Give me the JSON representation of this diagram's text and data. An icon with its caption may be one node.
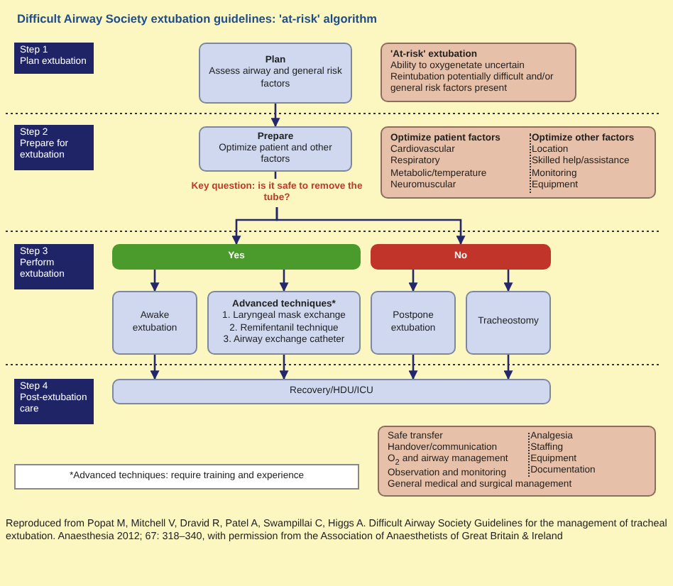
{
  "diagram": {
    "title": "Difficult Airway Society extubation guidelines: 'at-risk' algorithm",
    "caption": "Reproduced from Popat M, Mitchell V, Dravid R, Patel A, Swampillai C, Higgs A. Difficult Airway Society Guidelines for the management of tracheal extubation. Anaesthesia 2012; 67: 318–340, with permission from the Association of Anaesthetists of Great Britain & Ireland",
    "nodes": [
      {
        "text": [
          "Step 1",
          "Plan extubation"
        ]
      },
      {
        "text": [
          "Plan",
          "Assess airway and general risk factors"
        ]
      },
      {
        "text": [
          "'At-risk' extubation",
          "Ability to oxygenetate uncertain",
          "Reintubation potentially difficult and/or general risk factors present"
        ]
      },
      {
        "text": [
          "Step 2",
          "Prepare for extubation"
        ]
      },
      {
        "text": [
          "Prepare",
          "Optimize patient and other factors"
        ]
      },
      {
        "text": [
          "Optimize patient factors",
          "Cardiovascular",
          "Respiratory",
          "Metabolic/temperature",
          "Neuromuscular",
          "Optimize other factors",
          "Location",
          "Skilled help/assistance",
          "Monitoring",
          "Equipment"
        ]
      },
      {
        "text": [
          "Key question: is it safe to remove the tube?"
        ]
      },
      {
        "text": [
          "Step 3",
          "Perform extubation"
        ]
      },
      {
        "text": [
          "Yes"
        ]
      },
      {
        "text": [
          "No"
        ]
      },
      {
        "text": [
          "Awake extubation"
        ]
      },
      {
        "text": [
          "Advanced techniques*",
          "1. Laryngeal mask exchange",
          "2. Remifentanil technique",
          "3. Airway exchange catheter"
        ]
      },
      {
        "text": [
          "Postpone extubation"
        ]
      },
      {
        "text": [
          "Tracheostomy"
        ]
      },
      {
        "text": [
          "Step 4",
          "Post-extubation care"
        ]
      },
      {
        "text": [
          "Recovery/HDU/ICU"
        ]
      },
      {
        "text": [
          "Safe transfer",
          "Handover/communication",
          "O$_{2}$ and airway management",
          "Observation and monitoring",
          "Analgesia",
          "Staffing",
          "Equipment",
          "Documentation",
          "General medical and surgical management"
        ]
      },
      {
        "text": [
          "*Advanced techniques: require training and experience"
        ]
      }
    ],
    "edges": [
      {
        "from": 1,
        "to": 4,
        "arrow": "to"
      },
      {
        "from": 4,
        "to": 6,
        "arrow": "none"
      },
      {
        "from": 6,
        "to": 8,
        "arrow": "to"
      },
      {
        "from": 6,
        "to": 9,
        "arrow": "to"
      },
      {
        "from": 8,
        "to": 10,
        "arrow": "to"
      },
      {
        "from": 8,
        "to": 11,
        "arrow": "to"
      },
      {
        "from": 9,
        "to": 12,
        "arrow": "to"
      },
      {
        "from": 9,
        "to": 13,
        "arrow": "to"
      },
      {
        "from": 10,
        "to": 15,
        "arrow": "to"
      },
      {
        "from": 11,
        "to": 15,
        "arrow": "to"
      },
      {
        "from": 12,
        "to": 15,
        "arrow": "to"
      },
      {
        "from": 13,
        "to": 15,
        "arrow": "to"
      }
    ]
  }
}
